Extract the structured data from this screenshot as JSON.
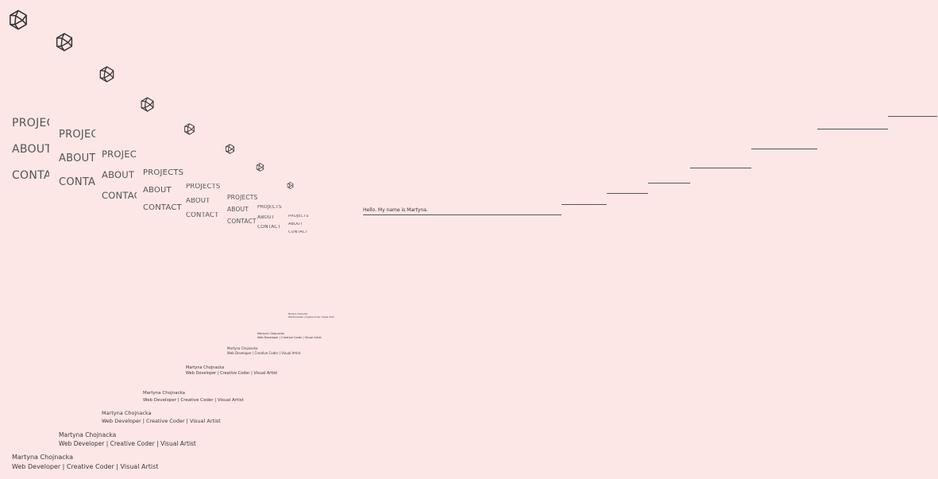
{
  "nav": {
    "projects_label": "PROJECTS",
    "about_label": "ABOUT",
    "contact_label": "CONTACT"
  },
  "footer": {
    "name": "Martyna Chojnacka",
    "role": "Web Developer | Creative Coder | Visual Artist"
  },
  "greeting": "Hello. My name is Martyna.",
  "colors": {
    "background": "#fde6e6",
    "text": "#4a4a4a",
    "line": "#555555"
  },
  "icons": {
    "logo": "wireframe-polyhedron-icon"
  }
}
